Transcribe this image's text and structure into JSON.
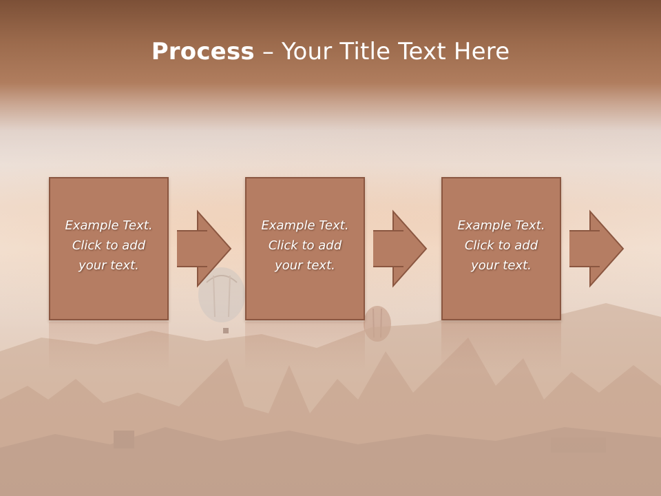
{
  "slide": {
    "title_bold": "Process",
    "title_rest": " – Your Title Text Here"
  },
  "steps": [
    {
      "lines": [
        "Example Text.",
        "Click  to add",
        "your text."
      ]
    },
    {
      "lines": [
        "Example Text.",
        "Click  to add",
        "your text."
      ]
    },
    {
      "lines": [
        "Example Text.",
        "Click  to add",
        "your text."
      ]
    }
  ],
  "colors": {
    "box_fill": "#b57d63",
    "box_border": "#8a5640",
    "header_brown": "#7c5037"
  }
}
